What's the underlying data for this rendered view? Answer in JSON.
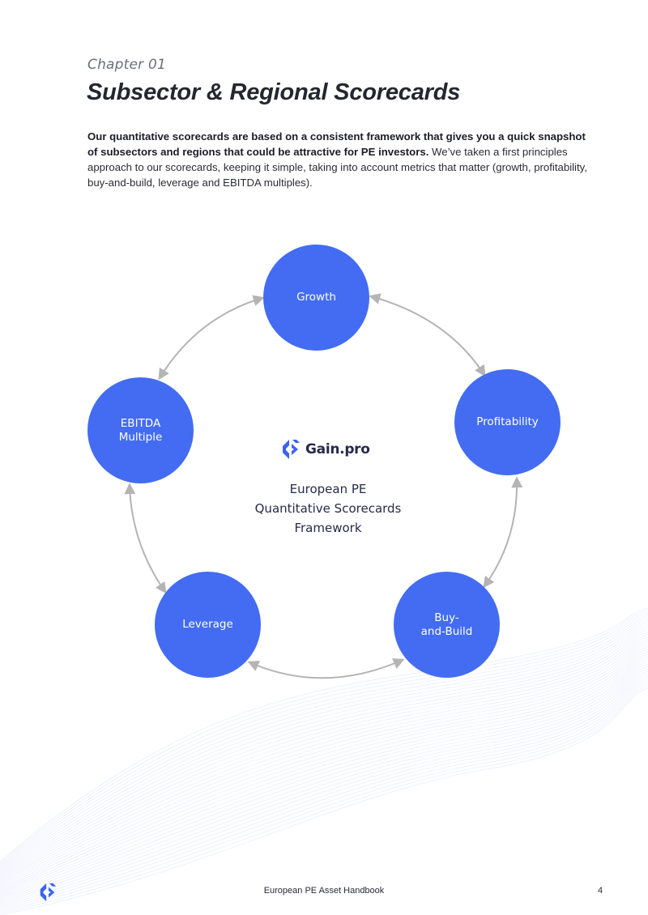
{
  "header": {
    "chapter": "Chapter 01",
    "title": "Subsector & Regional Scorecards"
  },
  "intro": {
    "bold_text": "Our quantitative scorecards are based on a consistent framework that gives you a quick snapshot of subsectors and regions that could be attractive for PE investors.",
    "regular_text": " We’ve taken a first principles approach to our scorecards, keeping it simple, taking into account metrics that matter (growth, profitability, buy-and-build, leverage and EBITDA multiples)."
  },
  "diagram": {
    "nodes": {
      "growth": "Growth",
      "profitability": "Profitability",
      "buy_and_build": "Buy-\nand-Build",
      "leverage": "Leverage",
      "ebitda_multiple": "EBITDA\nMultiple"
    },
    "center": {
      "brand": "Gain.pro",
      "caption_lines": [
        "European PE",
        "Quantitative Scorecards",
        "Framework"
      ]
    },
    "colors": {
      "node_fill": "#436cf2",
      "arrow": "#b4b4b4",
      "brand_blue": "#3a63f0",
      "brand_text": "#272a4a"
    }
  },
  "footer": {
    "handbook_title": "European PE Asset Handbook",
    "page_number": "4"
  }
}
